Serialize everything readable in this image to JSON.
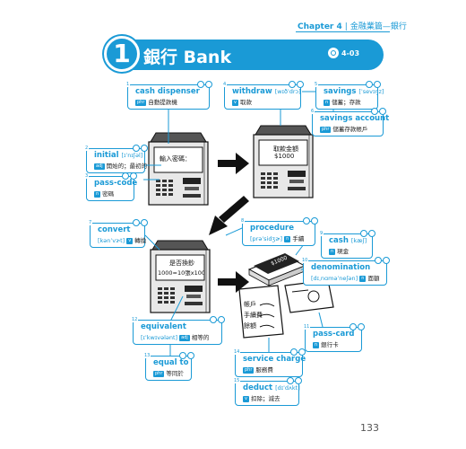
{
  "header": {
    "chapter": "Chapter 4",
    "section": "金融業篇—銀行"
  },
  "title": {
    "number": "1",
    "text": "銀行 Bank",
    "track": "4-03"
  },
  "screens": {
    "atm1": "輸入密碼：",
    "atm2_line1": "取款金額",
    "atm2_line2": "$1000",
    "atm3_line1": "是否換鈔",
    "atm3_line2": "1000=10張x100"
  },
  "receipt": {
    "line1": "帳戶",
    "line2": "手續費",
    "line3": "餘額"
  },
  "cash_note": "$1000",
  "vocab": [
    {
      "idx": "1",
      "word": "cash dispenser",
      "ipa": "",
      "pos": "phr",
      "zh": "自動提款機"
    },
    {
      "idx": "2",
      "word": "initial",
      "ipa": "[ɪˈnɪʃəl]",
      "pos": "adj",
      "zh": "開始的；最初的"
    },
    {
      "idx": "3",
      "word": "pass-code",
      "ipa": "",
      "pos": "n",
      "zh": "密碼"
    },
    {
      "idx": "4",
      "word": "withdraw",
      "ipa": "[wɪðˈdrɔ]",
      "pos": "v",
      "zh": "取款"
    },
    {
      "idx": "5",
      "word": "savings",
      "ipa": "[ˈsevɪŋz]",
      "pos": "n",
      "zh": "儲蓄；存款"
    },
    {
      "idx": "6",
      "word": "savings account",
      "ipa": "",
      "pos": "phr",
      "zh": "儲蓄存款帳戶"
    },
    {
      "idx": "7",
      "word": "convert",
      "ipa": "[kənˈvɝt]",
      "pos": "v",
      "zh": "轉換"
    },
    {
      "idx": "8",
      "word": "procedure",
      "ipa": "[prəˈsidʒɚ]",
      "pos": "n",
      "zh": "手續"
    },
    {
      "idx": "9",
      "word": "cash",
      "ipa": "[kæʃ]",
      "pos": "n",
      "zh": "現金"
    },
    {
      "idx": "10",
      "word": "denomination",
      "ipa": "[dɪˌnɑməˈneʃən]",
      "pos": "n",
      "zh": "面額"
    },
    {
      "idx": "11",
      "word": "pass-card",
      "ipa": "",
      "pos": "n",
      "zh": "銀行卡"
    },
    {
      "idx": "12",
      "word": "equivalent",
      "ipa": "[ɪˈkwɪvələnt]",
      "pos": "adj",
      "zh": "相等的"
    },
    {
      "idx": "13",
      "word": "equal to",
      "ipa": "",
      "pos": "phr",
      "zh": "等同於"
    },
    {
      "idx": "14",
      "word": "service charge",
      "ipa": "",
      "pos": "phr",
      "zh": "服務費"
    },
    {
      "idx": "15",
      "word": "deduct",
      "ipa": "[dɪˈdʌkt]",
      "pos": "v",
      "zh": "扣除；減去"
    }
  ],
  "page_number": "133",
  "colors": {
    "accent": "#1a9ad6"
  }
}
